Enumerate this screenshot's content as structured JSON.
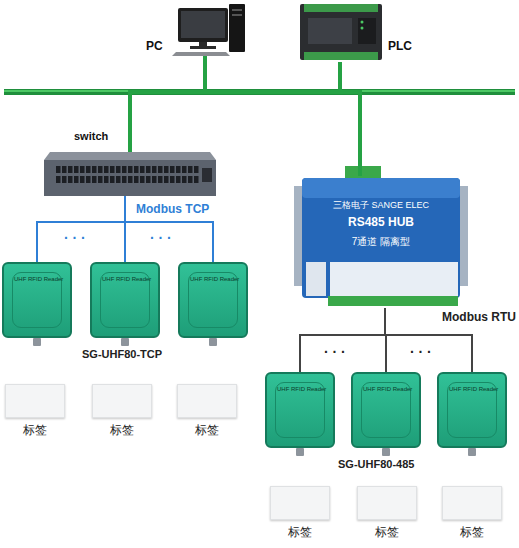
{
  "diagram": {
    "nodes": [
      {
        "text": [
          "PC"
        ]
      },
      {
        "text": [
          "PLC"
        ]
      },
      {
        "text": [
          "switch"
        ]
      },
      {
        "text": [
          "三格电子 SANGE ELEC",
          "RS485 HUB",
          "7通道 隔离型"
        ]
      },
      {
        "text": [
          "UHF RFID Reader"
        ]
      },
      {
        "text": [
          "UHF RFID Reader"
        ]
      },
      {
        "text": [
          "UHF RFID Reader"
        ]
      },
      {
        "text": [
          "UHF RFID Reader"
        ]
      },
      {
        "text": [
          "UHF RFID Reader"
        ]
      },
      {
        "text": [
          "UHF RFID Reader"
        ]
      },
      {
        "text": [
          "标签"
        ]
      },
      {
        "text": [
          "标签"
        ]
      },
      {
        "text": [
          "标签"
        ]
      },
      {
        "text": [
          "标签"
        ]
      },
      {
        "text": [
          "标签"
        ]
      },
      {
        "text": [
          "标签"
        ]
      }
    ],
    "edges": [
      {
        "from": 0,
        "to": 2,
        "arrow": "none"
      },
      {
        "from": 0,
        "to": 3,
        "arrow": "none"
      },
      {
        "from": 1,
        "to": 2,
        "arrow": "none"
      },
      {
        "from": 1,
        "to": 3,
        "arrow": "none"
      },
      {
        "from": 2,
        "to": 4,
        "arrow": "none"
      },
      {
        "from": 2,
        "to": 5,
        "arrow": "none"
      },
      {
        "from": 2,
        "to": 6,
        "arrow": "none"
      },
      {
        "from": 3,
        "to": 7,
        "arrow": "none"
      },
      {
        "from": 3,
        "to": 8,
        "arrow": "none"
      },
      {
        "from": 3,
        "to": 9,
        "arrow": "none"
      }
    ],
    "labels": [
      "Modbus TCP",
      "· · ·",
      "· · ·",
      "SG-UHF80-TCP",
      "Modbus RTU",
      "· · ·",
      "· · ·",
      "SG-UHF80-485"
    ]
  }
}
